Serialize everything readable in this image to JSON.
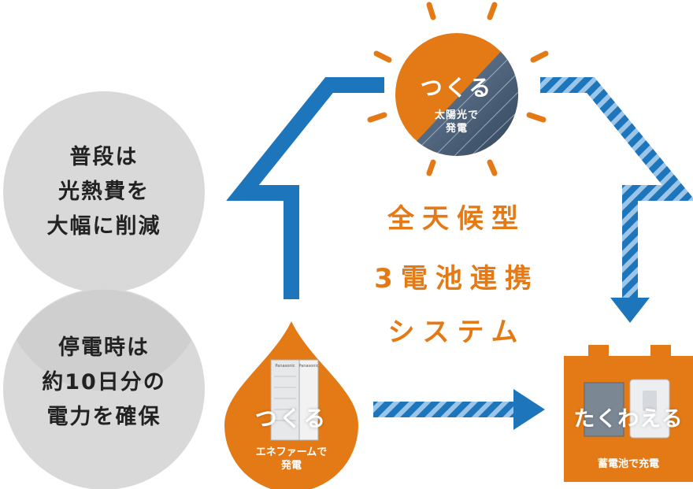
{
  "left_circles": {
    "top_lines": [
      "普段は",
      "光熱費を",
      "大幅に削減"
    ],
    "bottom_lines": [
      "停電時は",
      "約10日分の",
      "電力を確保"
    ]
  },
  "center_title": [
    "全天候型",
    "3電池連携",
    "システム"
  ],
  "sun_node": {
    "title": "つくる",
    "caption_lines": [
      "太陽光で",
      "発電"
    ]
  },
  "fuelcell_node": {
    "title": "つくる",
    "caption_lines": [
      "エネファームで",
      "発電"
    ],
    "brand_text": [
      "Panasonic",
      "Panasonic"
    ]
  },
  "battery_node": {
    "title": "たくわえる",
    "caption": "蓄電池で充電"
  },
  "colors": {
    "orange": "#e47a16",
    "blue": "#1d75bb",
    "light_blue": "#9cc5e8",
    "gray_circle": "#d9d9d9"
  }
}
